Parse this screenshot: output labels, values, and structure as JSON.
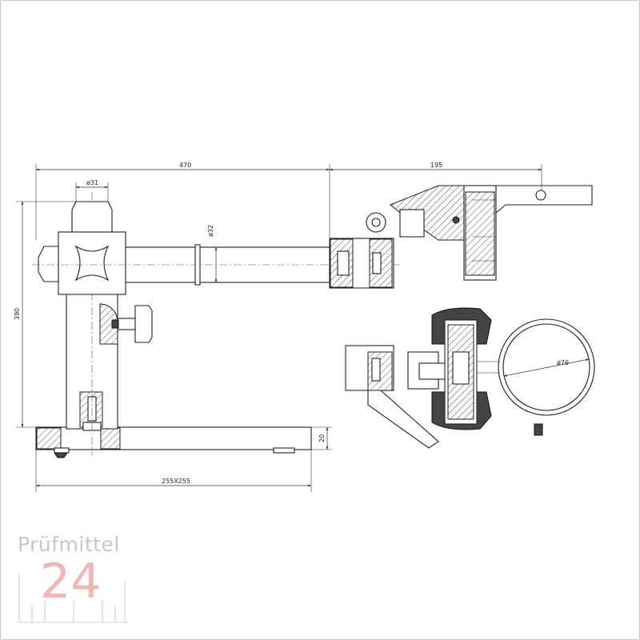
{
  "dimensions": {
    "arm_length": "470",
    "head_length": "195",
    "column_diameter": "ø31",
    "arm_diameter": "ø32",
    "total_height": "390",
    "base_thickness": "20",
    "base_size": "255X255",
    "ring_diameter": "ø76"
  },
  "logo": {
    "word": "Prüfmittel",
    "number": "24",
    "word_color": "#c7c7c7",
    "number_color": "#f3b6b6"
  }
}
